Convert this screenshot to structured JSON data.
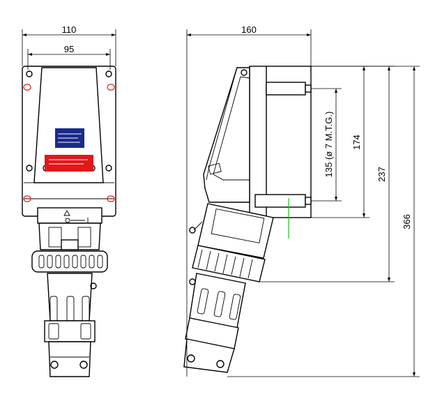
{
  "dimensions": {
    "front_width_overall": "110",
    "front_width_mount": "95",
    "side_depth": "160",
    "mount_spacing": "135 (ø 7 M.T.G.)",
    "height_enclosure": "174",
    "height_with_plug": "237",
    "height_overall": "366"
  },
  "colors": {
    "line": "#000000",
    "label_red": "#e01818",
    "label_blue": "#1a2a8a",
    "guide_green": "#18c018"
  },
  "icons": {
    "front_symbol": "warning-triangle-icon",
    "lock_symbol": "lock-arrow-icon"
  }
}
